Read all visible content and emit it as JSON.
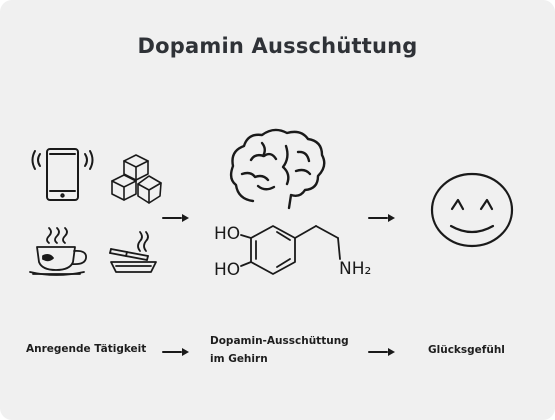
{
  "title": "Dopamin Ausschüttung",
  "icons": {
    "phone": "smartphone-icon",
    "sugar": "sugar-cubes-icon",
    "coffee": "coffee-cup-icon",
    "cigarette": "cigarette-icon",
    "brain": "brain-icon",
    "smiley": "smiley-face-icon",
    "arrow": "arrow-right-icon"
  },
  "molecule": {
    "hydroxyl_top": "HO",
    "hydroxyl_bottom": "HO",
    "amine": "NH₂"
  },
  "steps": [
    {
      "label": "Anregende Tätigkeit"
    },
    {
      "label_line1": "Dopamin-Ausschüttung",
      "label_line2": "im Gehirn"
    },
    {
      "label": "Glücksgefühl"
    }
  ],
  "colors": {
    "background": "#f0f0f0",
    "title": "#2f3237",
    "stroke": "#1a1a1a"
  }
}
